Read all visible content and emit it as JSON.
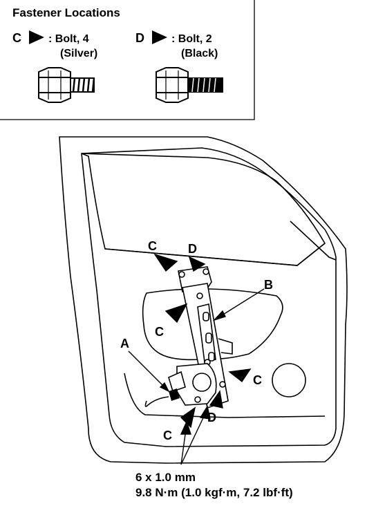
{
  "header": {
    "title": "Fastener Locations"
  },
  "fasteners": [
    {
      "callout": "C",
      "line1": ": Bolt, 4",
      "line2": "(Silver)",
      "icon": "bolt-icon"
    },
    {
      "callout": "D",
      "line1": ": Bolt, 2",
      "line2": "(Black)",
      "icon": "bolt-icon"
    }
  ],
  "diagram": {
    "labels": {
      "a": "A",
      "b": "B",
      "c": "C",
      "d": "D"
    },
    "spec": {
      "line1": "6 x 1.0 mm",
      "line2": "9.8 N·m (1.0 kgf·m, 7.2 lbf·ft)"
    }
  }
}
